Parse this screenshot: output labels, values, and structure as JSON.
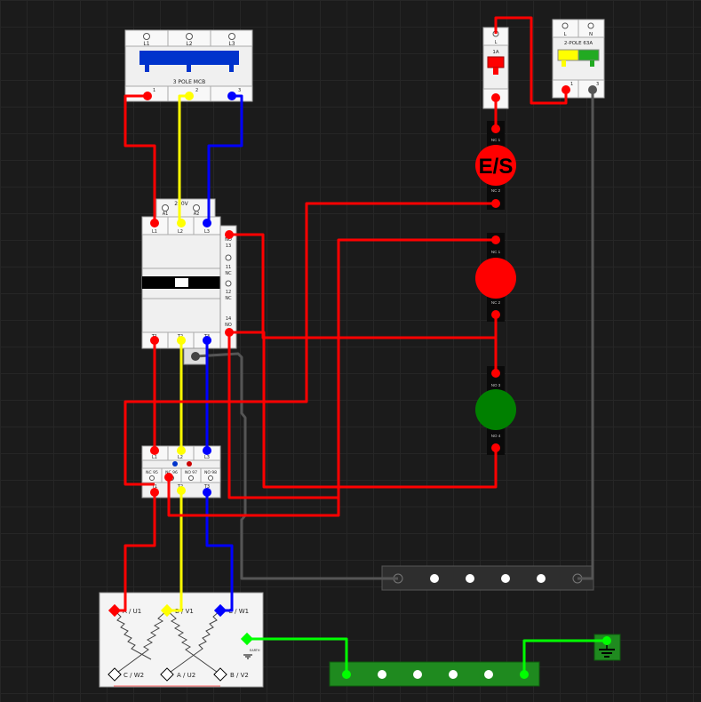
{
  "mcb3": {
    "top_terminals": [
      "L1",
      "L2",
      "L3"
    ],
    "title": "3 POLE MCB",
    "bottom_terminals": [
      "1",
      "2",
      "3"
    ]
  },
  "contactor": {
    "coil_voltage": "230V",
    "coil_terminals": [
      "A1",
      "A2"
    ],
    "top_terminals": [
      "L1",
      "L2",
      "L3"
    ],
    "bottom_terminals": [
      "T1",
      "T2",
      "T3"
    ],
    "aux_terminals": [
      "NO",
      "13",
      "11",
      "NC",
      "12",
      "NC",
      "14",
      "NO"
    ]
  },
  "overload": {
    "top_terminals": [
      "L1",
      "L2",
      "L3"
    ],
    "aux_labels": [
      "NC 95",
      "NC 96",
      "NO 97",
      "NO 98"
    ],
    "bottom_terminals": [
      "T1",
      "T2",
      "T3"
    ]
  },
  "mcb_1a": {
    "top": "L",
    "rating": "1A",
    "bottom": ""
  },
  "mcb_2pole": {
    "terminals": [
      "L",
      "N"
    ],
    "title": "2-POLE 63A",
    "bottom_terminals": [
      "1",
      "3"
    ]
  },
  "estop": {
    "label": "E/S",
    "contact_top": "NC 1",
    "contact_bottom": "NC 2"
  },
  "stop_button": {
    "contact_top": "NC 1",
    "contact_bottom": "NC 2"
  },
  "start_button": {
    "contact_top": "NO 3",
    "contact_bottom": "NO 4"
  },
  "motor": {
    "top_terminals": [
      "A / U1",
      "B / V1",
      "C / W1"
    ],
    "bottom_terminals": [
      "C / W2",
      "A / U2",
      "B / V2"
    ],
    "earth_label": "EARTH"
  },
  "colors": {
    "red": "#ff0000",
    "yellow": "#ffff00",
    "blue": "#0000ff",
    "green": "#00ff00",
    "grey": "#555555",
    "estop": "#ff0000",
    "start": "#008000",
    "earth_bar": "#1f8a1f"
  }
}
